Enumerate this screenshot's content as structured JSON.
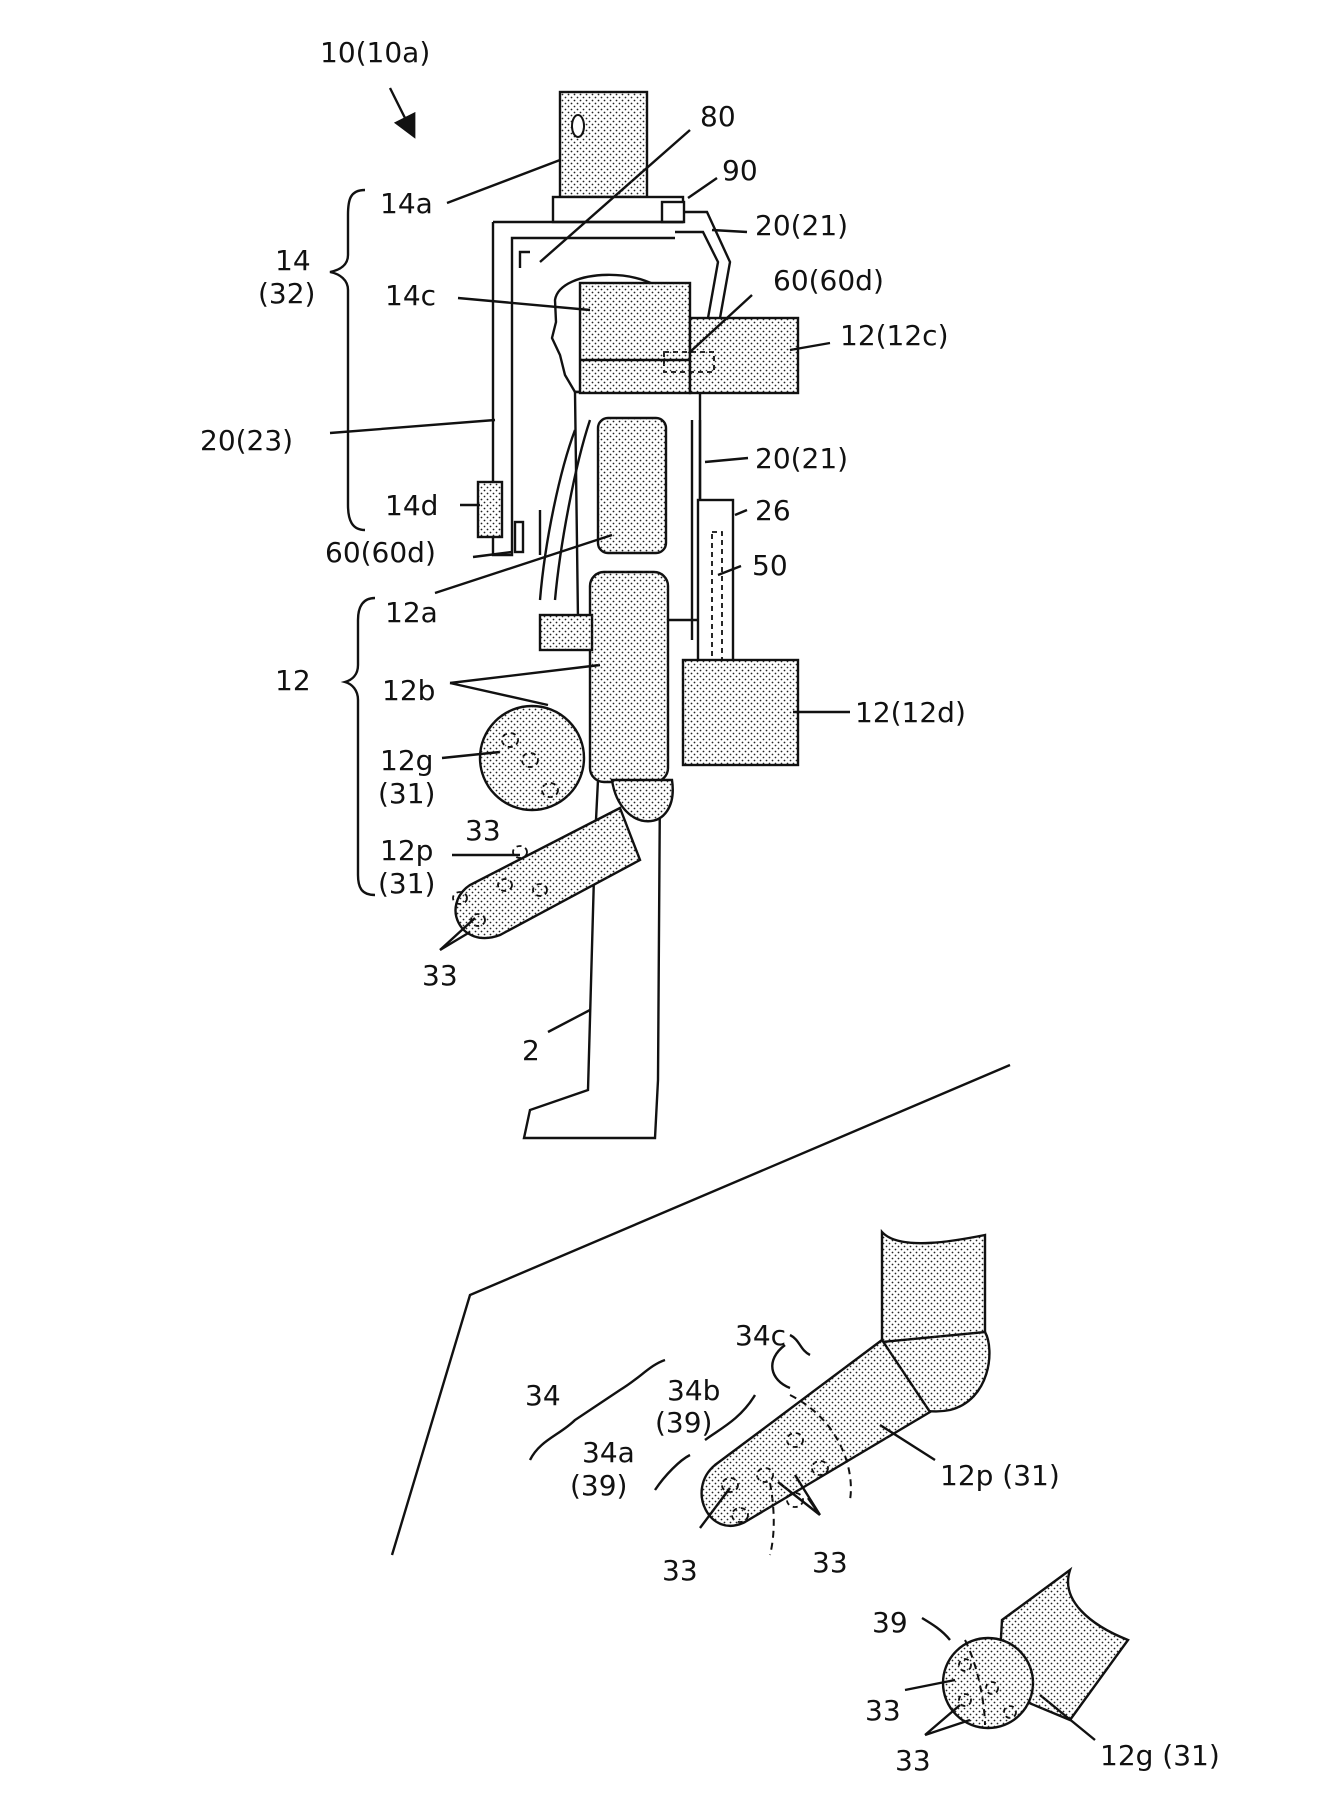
{
  "labels": {
    "device": "10(10a)",
    "l80": "80",
    "l90": "90",
    "l14a": "14a",
    "l2021_top": "20(21)",
    "l14": "14",
    "l32": "(32)",
    "l14c": "14c",
    "l6060d_top": "60(60d)",
    "l1212c": "12(12c)",
    "l2023": "20(23)",
    "l2021_mid": "20(21)",
    "l14d": "14d",
    "l26": "26",
    "l6060d_low": "60(60d)",
    "l50": "50",
    "l12a": "12a",
    "l12": "12",
    "l12b": "12b",
    "l1212d": "12(12d)",
    "l12g": "12g",
    "l31_g": "(31)",
    "l33_a": "33",
    "l12p": "12p",
    "l31_p": "(31)",
    "l33_b": "33",
    "l2": "2",
    "l34": "34",
    "l34c": "34c",
    "l34b": "34b",
    "l39_b": "(39)",
    "l34a": "34a",
    "l39_a": "(39)",
    "l12p31": "12p (31)",
    "l33_c": "33",
    "l33_d": "33",
    "l39": "39",
    "l33_e": "33",
    "l33_f": "33",
    "l12g31": "12g (31)"
  }
}
